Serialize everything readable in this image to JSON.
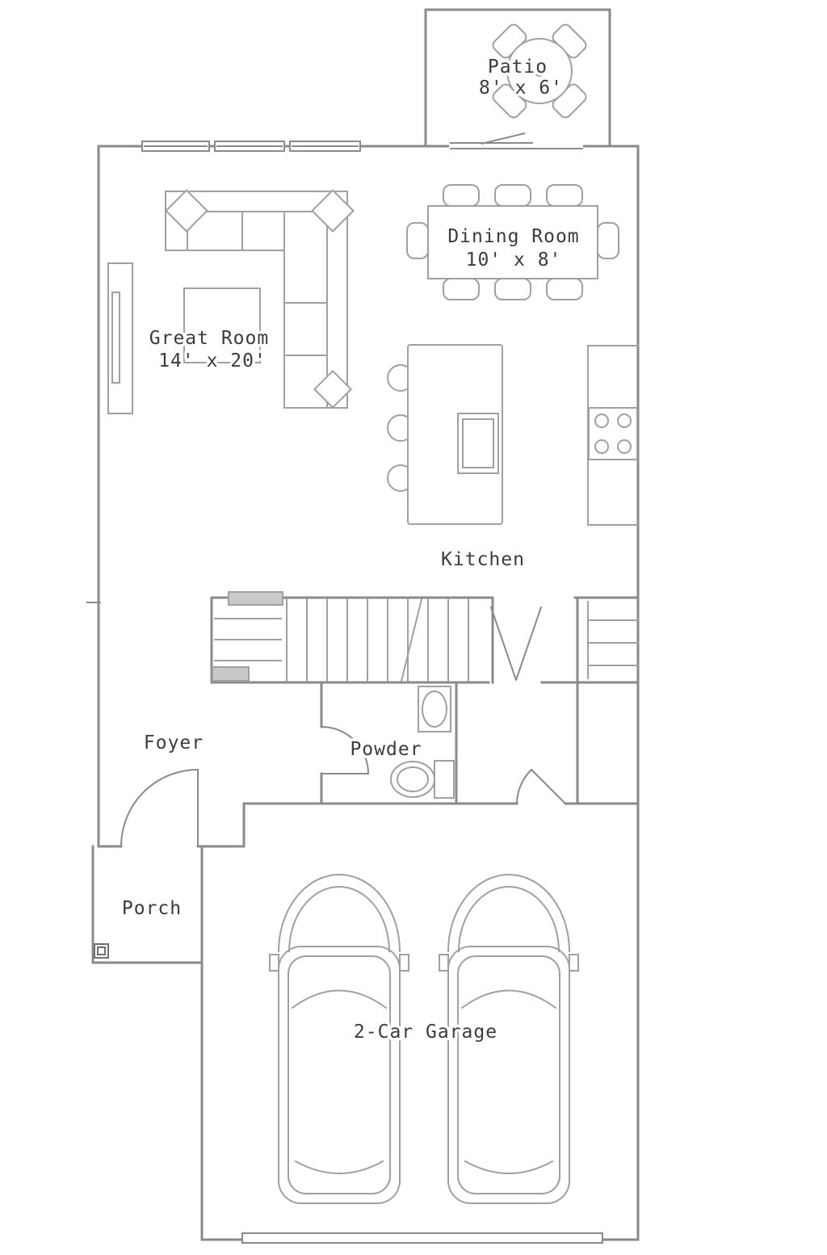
{
  "plan": {
    "labels": {
      "patio_name": "Patio",
      "patio_dims": "8' x 6'",
      "dining_name": "Dining Room",
      "dining_dims": "10' x 8'",
      "great_name": "Great Room",
      "great_dims": "14' x 20'",
      "kitchen_name": "Kitchen",
      "foyer_name": "Foyer",
      "powder_name": "Powder",
      "porch_name": "Porch",
      "garage_name": "2-Car Garage"
    },
    "colors": {
      "wall": "#8a8a8a",
      "wall_dark": "#6f6f6f",
      "furniture": "#a0a0a0",
      "fixture_fill": "#c9c9c9",
      "text": "#3c3c3c",
      "background": "#ffffff"
    }
  }
}
